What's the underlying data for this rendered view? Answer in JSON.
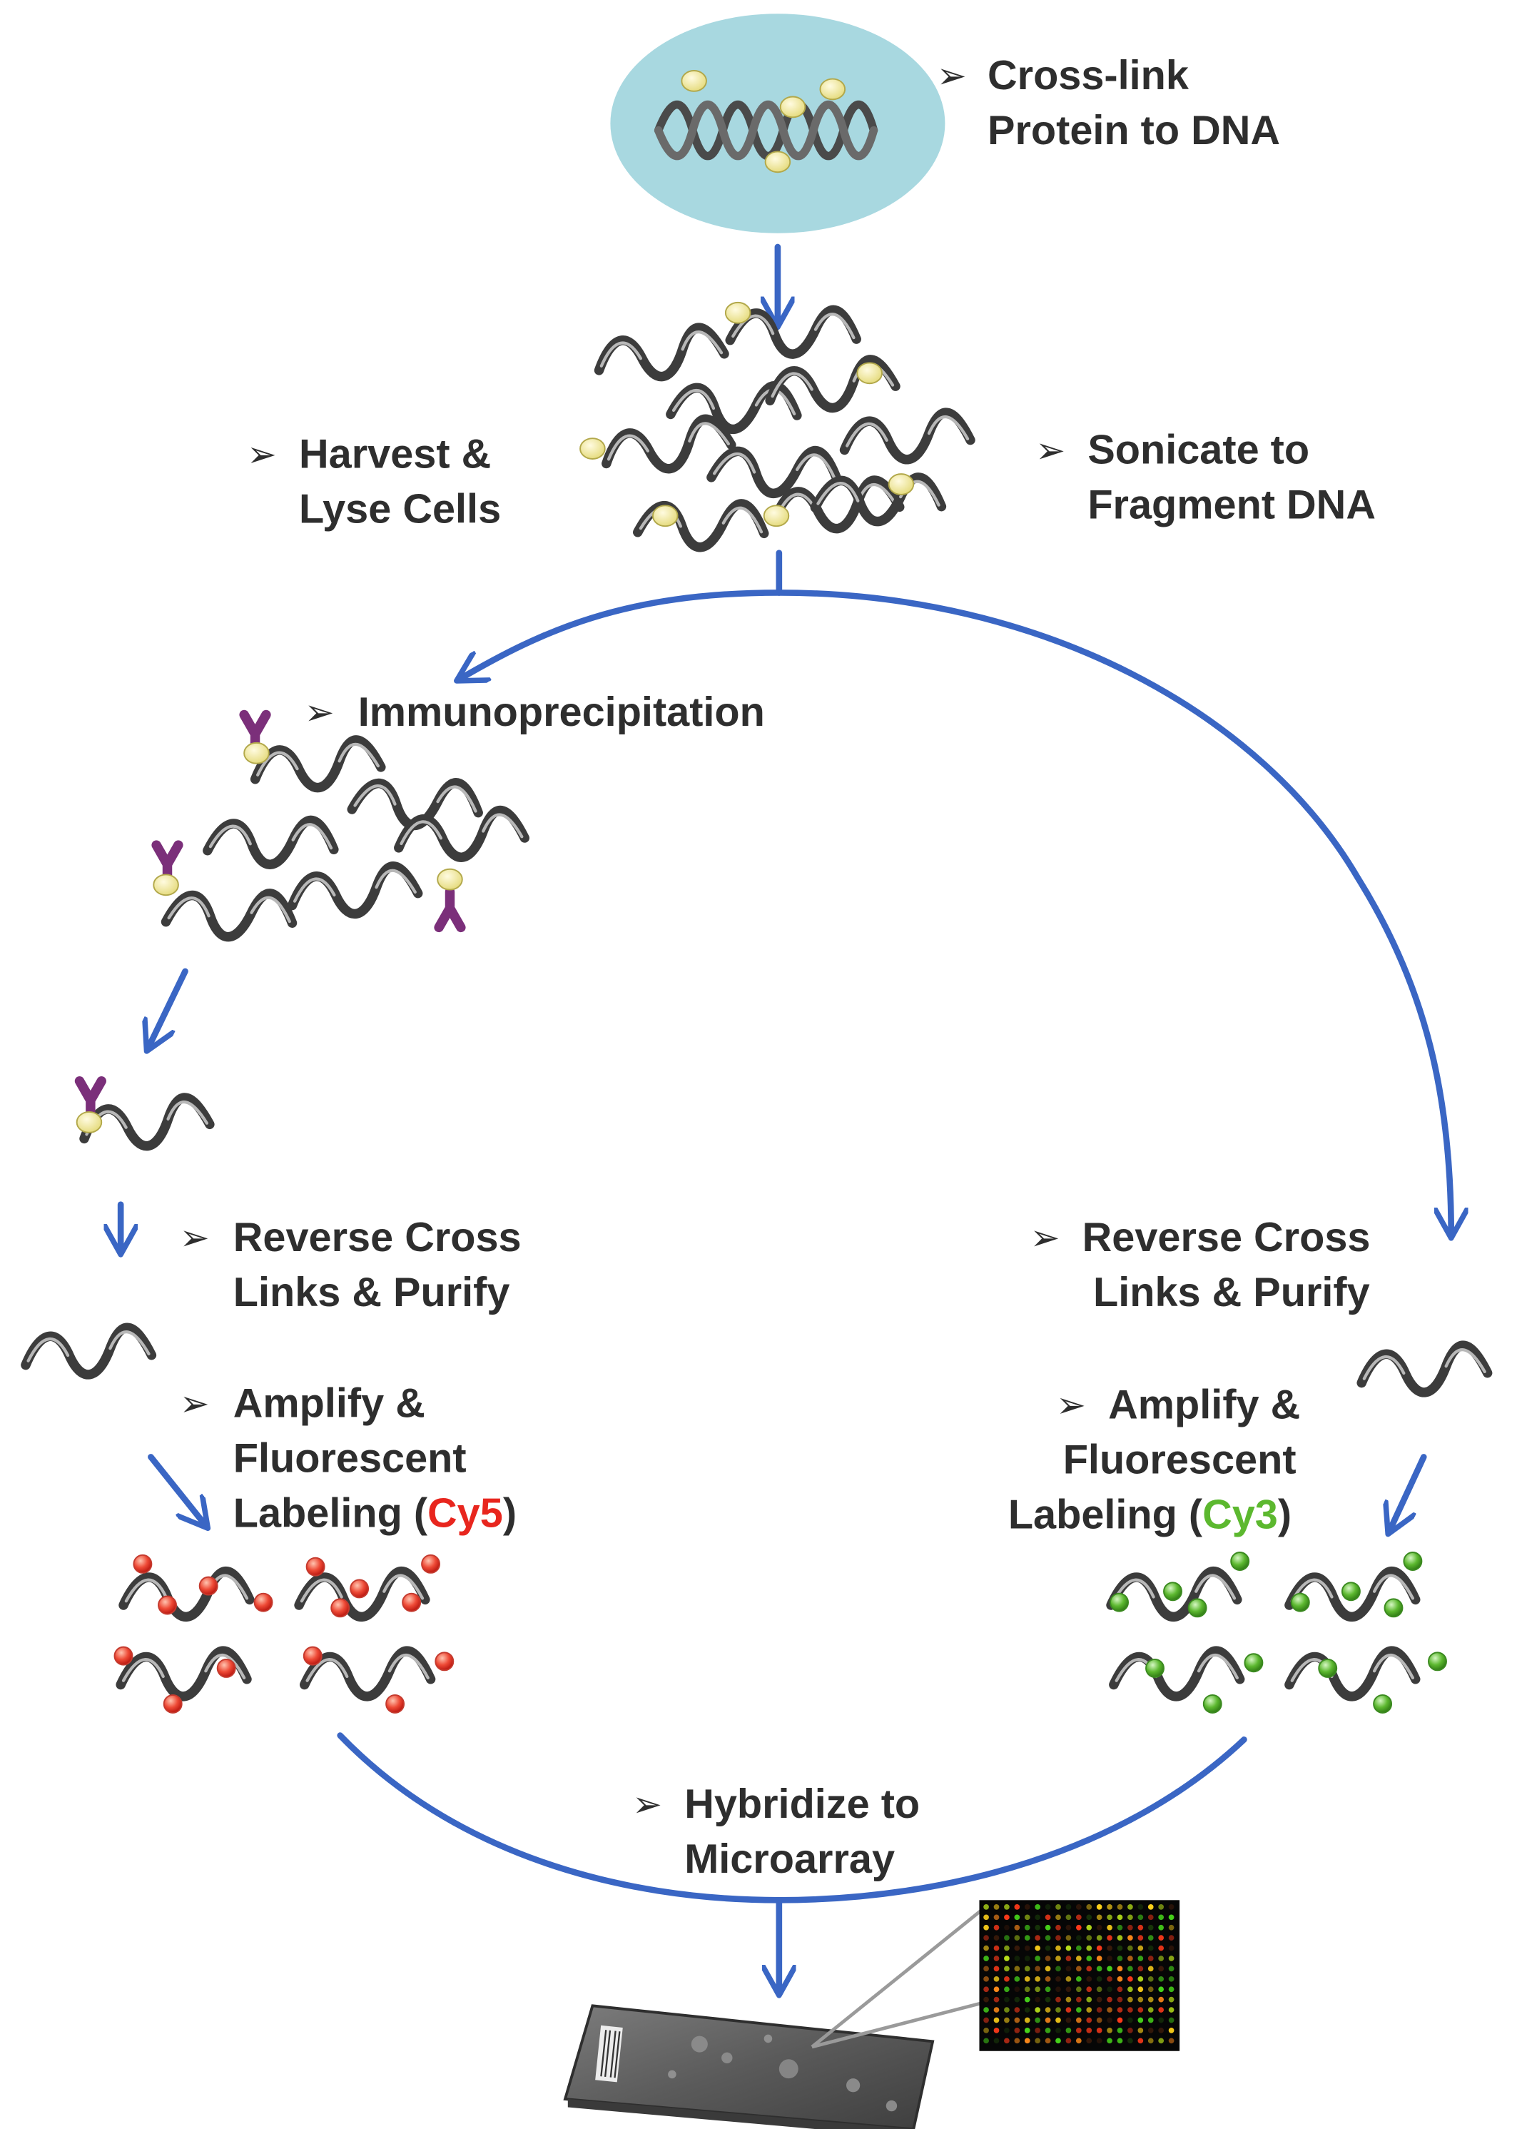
{
  "steps": {
    "crosslink": {
      "line1": "Cross-link",
      "line2": "Protein to DNA"
    },
    "harvest": {
      "line1": "Harvest &",
      "line2": "Lyse Cells"
    },
    "sonicate": {
      "line1": "Sonicate to",
      "line2": "Fragment DNA"
    },
    "immuno": {
      "line1": "Immunoprecipitation"
    },
    "reverse_left": {
      "line1": "Reverse Cross",
      "line2": "Links & Purify"
    },
    "reverse_right": {
      "line1": "Reverse Cross",
      "line2": "Links & Purify"
    },
    "amplify_left": {
      "line1": "Amplify &",
      "line2": "Fluorescent",
      "line3_prefix": "Labeling (",
      "dye": "Cy5",
      "line3_suffix": ")"
    },
    "amplify_right": {
      "line1": "Amplify &",
      "line2": "Fluorescent",
      "line3_prefix": "Labeling (",
      "dye": "Cy3",
      "line3_suffix": ")"
    },
    "hybridize": {
      "line1": "Hybridize to",
      "line2": "Microarray"
    }
  },
  "bullet_glyph": "➢",
  "colors": {
    "arrow": "#3a66c4",
    "dna": "#3c3c3c",
    "protein": "#f4eea0",
    "nucleus": "#a8d8e0",
    "antibody": "#7b2f7a",
    "cy5": "#e8261e",
    "cy3": "#5cb82f",
    "text": "#2e2e2e"
  },
  "icons": [
    "nucleus-icon",
    "dna-fragment-icon",
    "antibody-icon",
    "red-dye-icon",
    "green-dye-icon",
    "microarray-slide-icon",
    "microarray-image-icon"
  ]
}
